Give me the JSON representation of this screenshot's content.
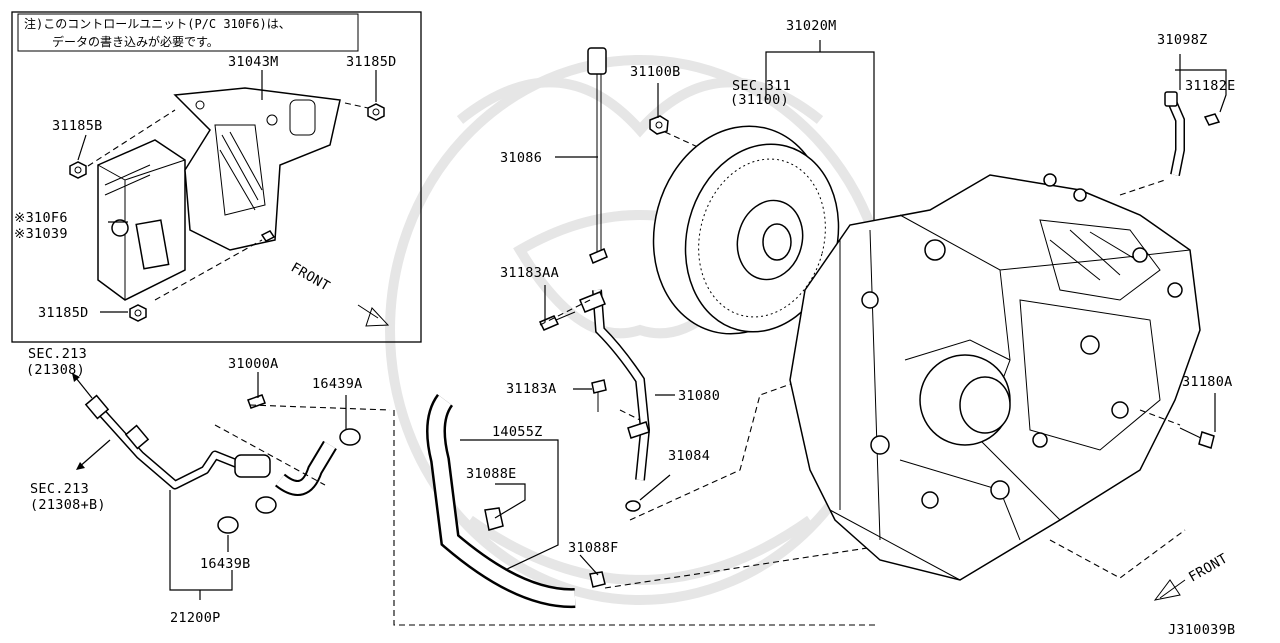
{
  "diagram": {
    "inset_note": {
      "line1": "注)このコントロールユニット(P/C 310F6)は、",
      "line2": "データの書き込みが必要です。"
    },
    "labels": {
      "p31043M": "31043M",
      "p31185D_top": "31185D",
      "p31185B": "31185B",
      "p310F6": "※310F6",
      "p31039": "※31039",
      "p31185D_bottom": "31185D",
      "front_inset": "FRONT",
      "sec213_top_a": "SEC.213",
      "sec213_top_b": "(21308)",
      "p31000A": "31000A",
      "p16439A": "16439A",
      "sec213_bot_a": "SEC.213",
      "sec213_bot_b": "(21308+B)",
      "p16439B": "16439B",
      "p21200P": "21200P",
      "p31086": "31086",
      "p31100B": "31100B",
      "sec311_a": "SEC.311",
      "sec311_b": "(31100)",
      "p31020M": "31020M",
      "p31183AA": "31183AA",
      "p31183A": "31183A",
      "p31080": "31080",
      "p31084": "31084",
      "p14055Z": "14055Z",
      "p31088E": "31088E",
      "p31088F": "31088F",
      "p31098Z": "31098Z",
      "p31182E": "31182E",
      "p31180A": "31180A",
      "front_main": "FRONT",
      "diagram_code": "J310039B"
    }
  }
}
